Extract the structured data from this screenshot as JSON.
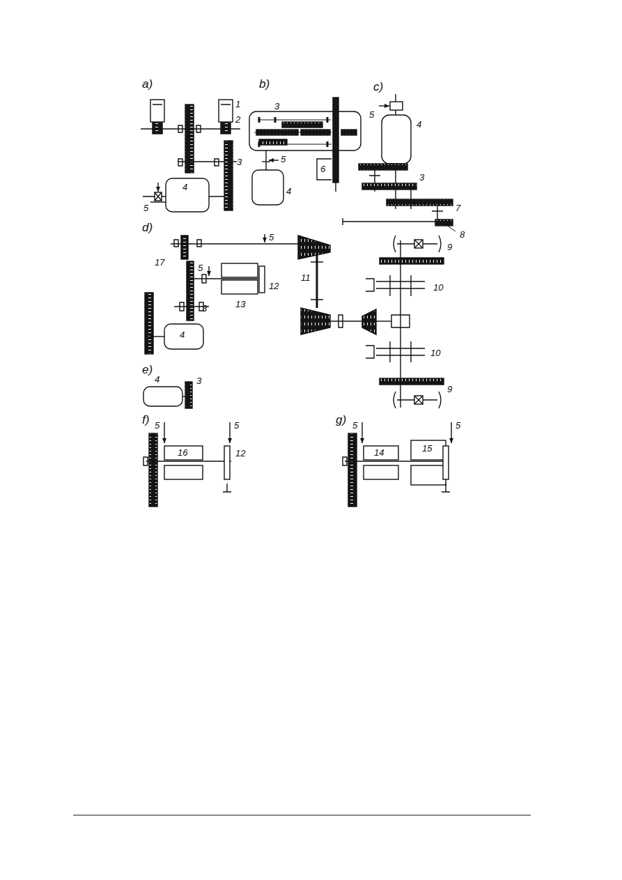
{
  "diagram": {
    "labels": [
      "a)",
      "1",
      "2",
      "4",
      "3",
      "5",
      "b)",
      "3",
      "5",
      "6",
      "4",
      "c)",
      "5",
      "4",
      "3",
      "7",
      "8",
      "d)",
      "17",
      "5",
      "5",
      "3",
      "4",
      "12",
      "13",
      "11",
      "9",
      "10",
      "10",
      "9",
      "e)",
      "4",
      "3",
      "f)",
      "5",
      "16",
      "5",
      "12",
      "g)",
      "5",
      "14",
      "15",
      "5"
    ]
  }
}
